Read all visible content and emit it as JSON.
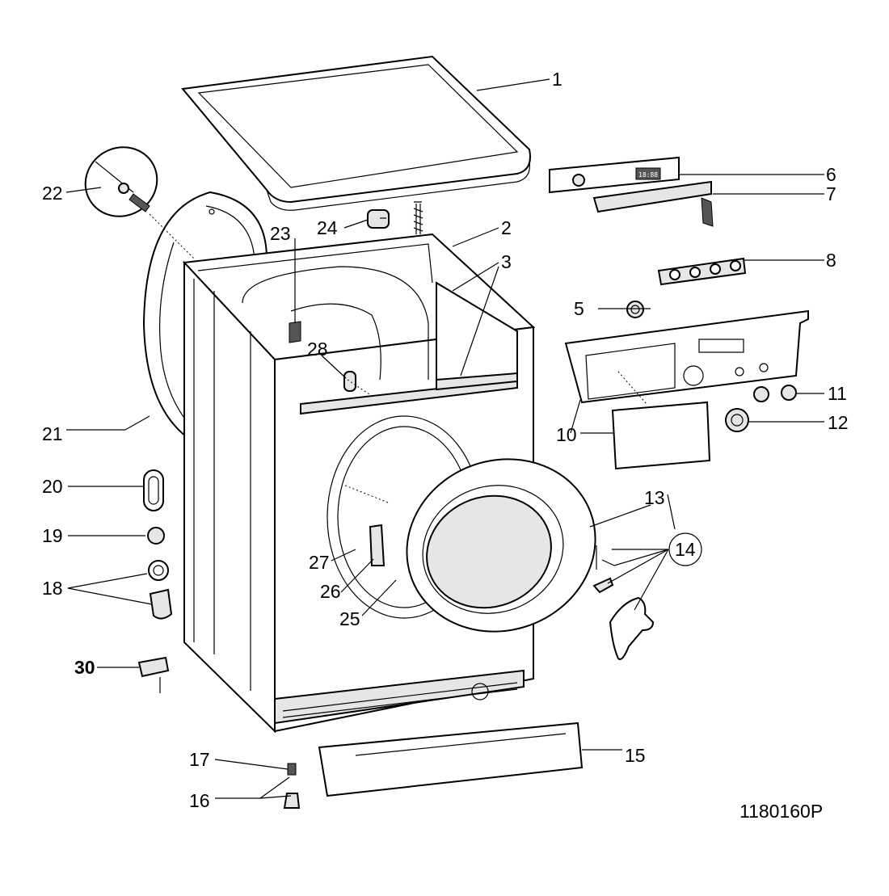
{
  "drawing_code": "1180160P",
  "callouts": [
    {
      "id": "c1",
      "text": "1"
    },
    {
      "id": "c2",
      "text": "2"
    },
    {
      "id": "c3",
      "text": "3"
    },
    {
      "id": "c5",
      "text": "5"
    },
    {
      "id": "c6",
      "text": "6"
    },
    {
      "id": "c7",
      "text": "7"
    },
    {
      "id": "c8",
      "text": "8"
    },
    {
      "id": "c10",
      "text": "10"
    },
    {
      "id": "c11",
      "text": "11"
    },
    {
      "id": "c12",
      "text": "12"
    },
    {
      "id": "c13",
      "text": "13"
    },
    {
      "id": "c14",
      "text": "14"
    },
    {
      "id": "c15",
      "text": "15"
    },
    {
      "id": "c16",
      "text": "16"
    },
    {
      "id": "c17",
      "text": "17"
    },
    {
      "id": "c18",
      "text": "18"
    },
    {
      "id": "c19",
      "text": "19"
    },
    {
      "id": "c20",
      "text": "20"
    },
    {
      "id": "c21",
      "text": "21"
    },
    {
      "id": "c22",
      "text": "22"
    },
    {
      "id": "c23",
      "text": "23"
    },
    {
      "id": "c24",
      "text": "24"
    },
    {
      "id": "c25",
      "text": "25"
    },
    {
      "id": "c26",
      "text": "26"
    },
    {
      "id": "c27",
      "text": "27"
    },
    {
      "id": "c28",
      "text": "28"
    },
    {
      "id": "c30",
      "text": "30"
    }
  ],
  "display_text": "18:88"
}
